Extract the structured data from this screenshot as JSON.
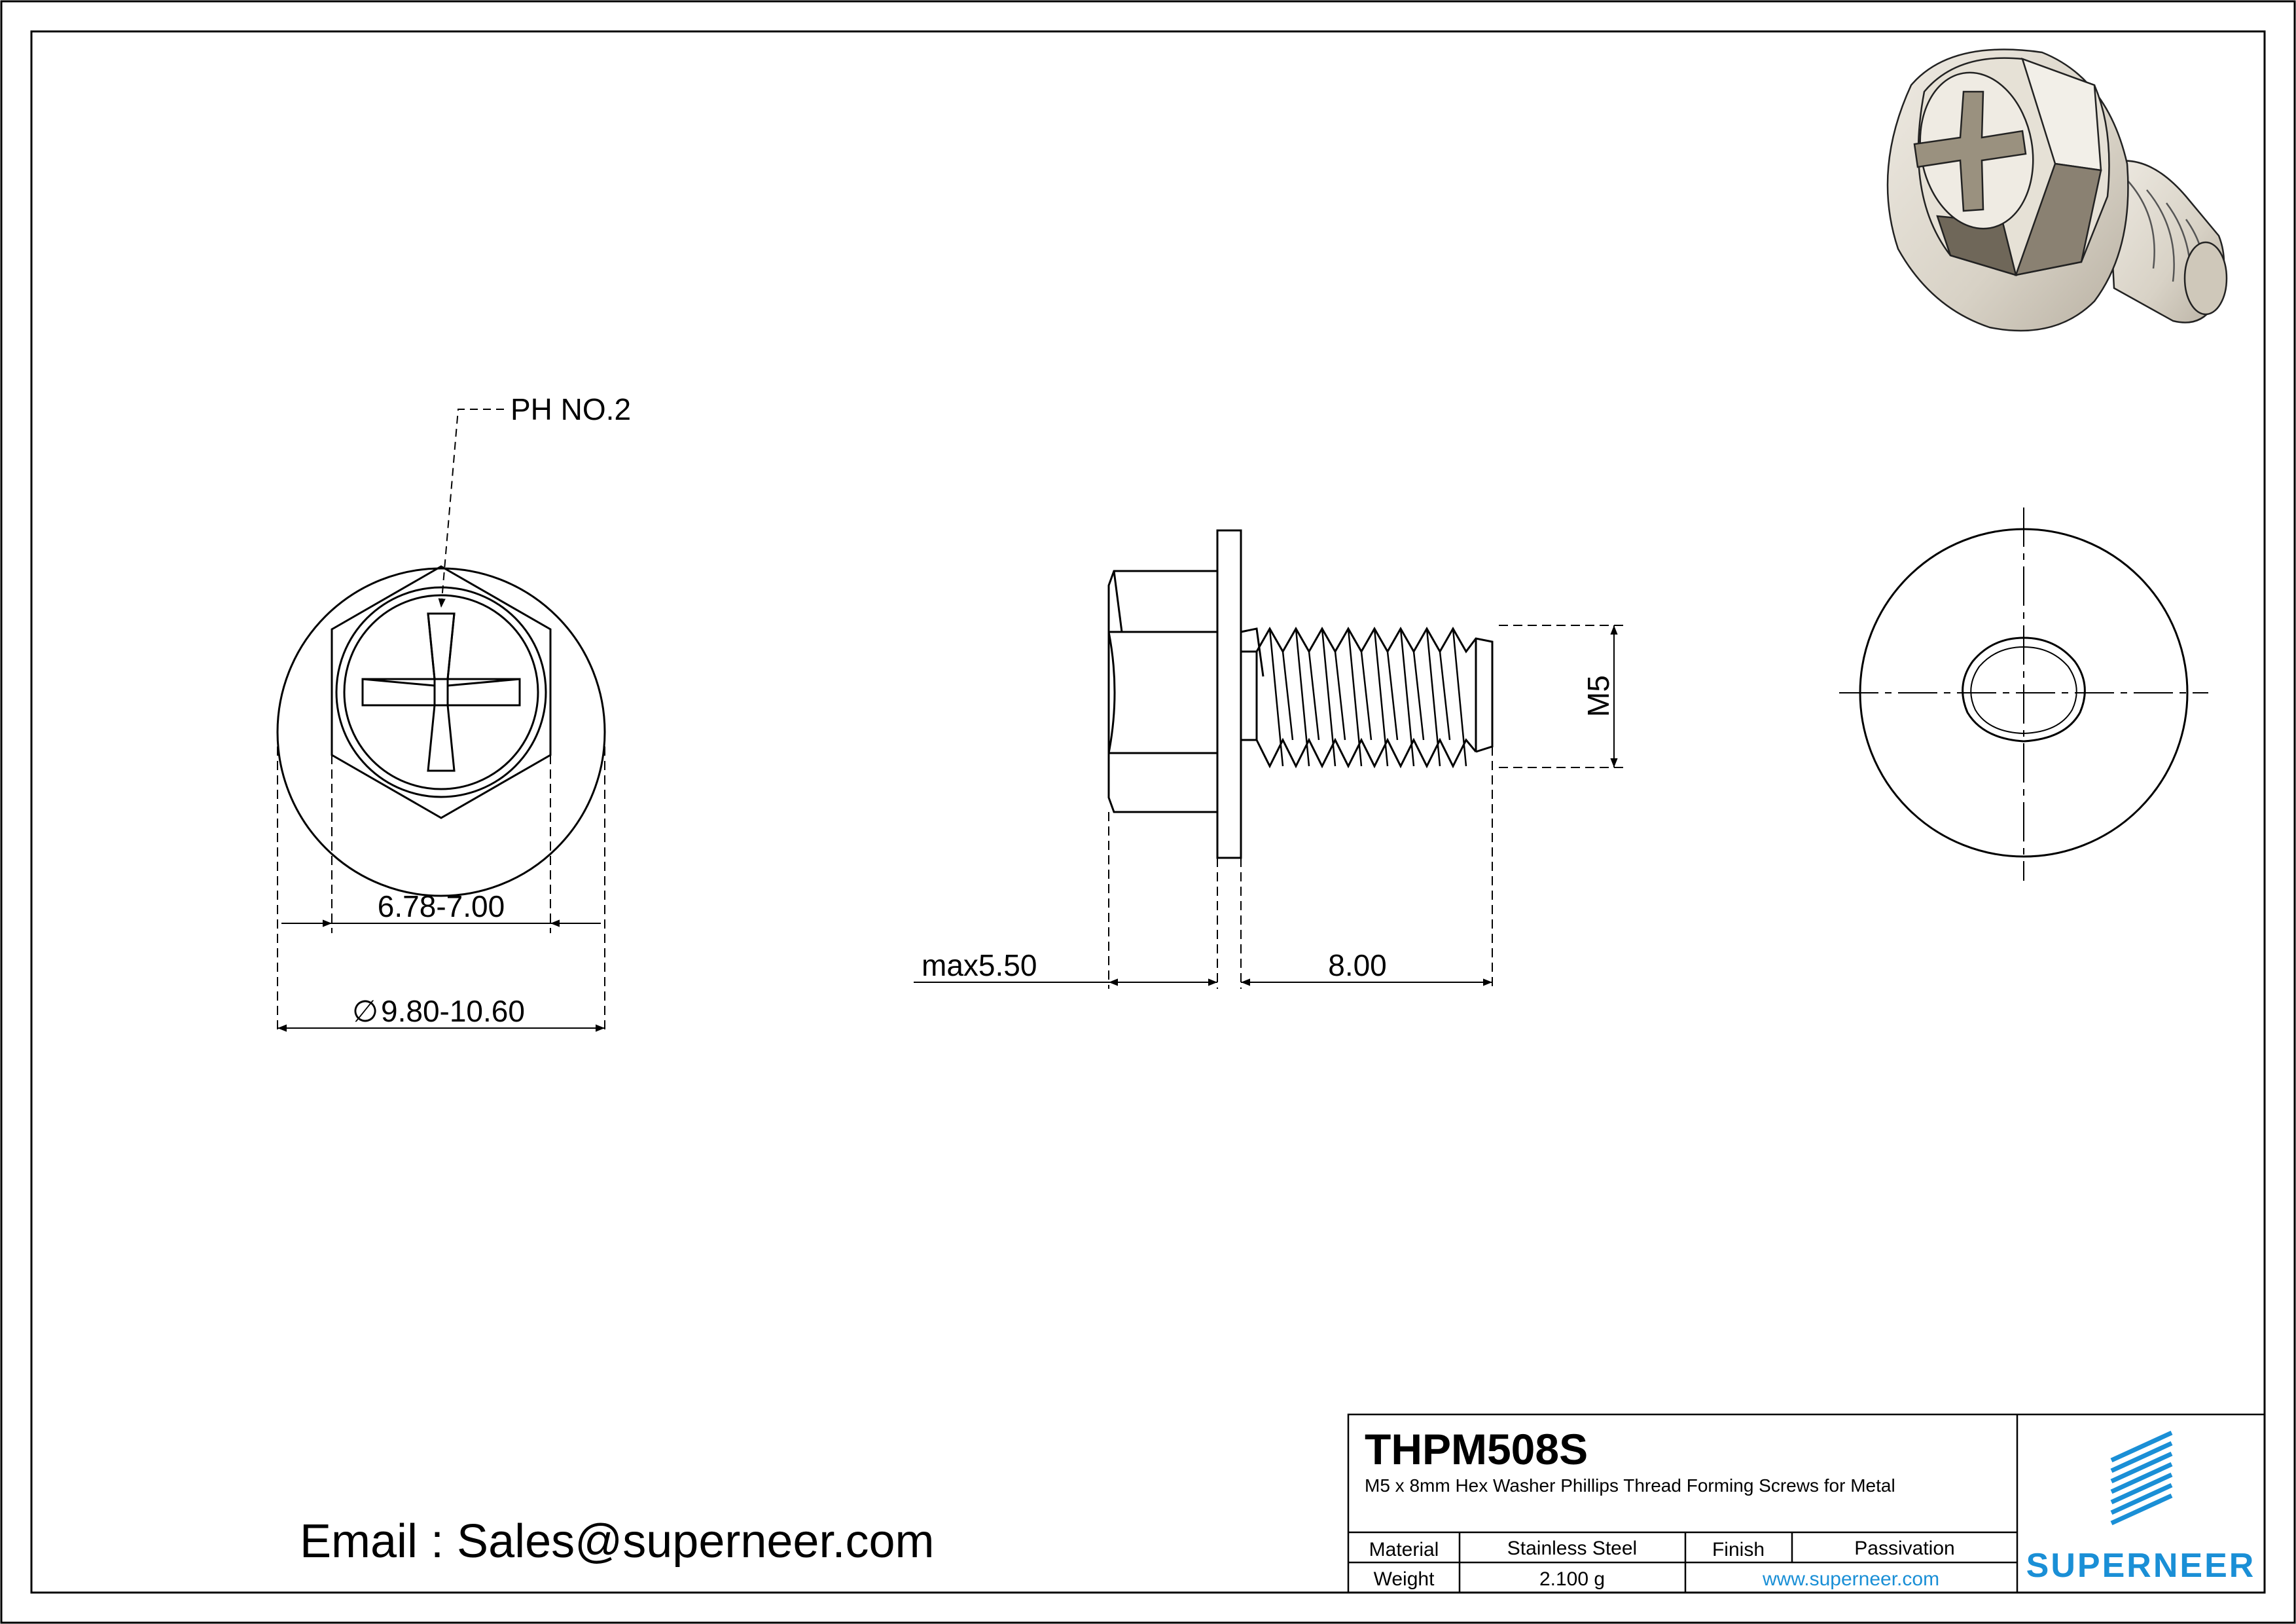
{
  "drawing": {
    "callout_ph": "PH NO.2",
    "dim_hex_across_flats": "6.78-7.00",
    "dim_diameter_symbol": "∅",
    "dim_flange_diameter": "9.80-10.60",
    "dim_head_height": "max5.50",
    "dim_length": "8.00",
    "dim_thread": "M5"
  },
  "email": {
    "text": "Email : Sales@superneer.com"
  },
  "title_block": {
    "part_number": "THPM508S",
    "description": "M5 x 8mm Hex Washer Phillips Thread Forming Screws for Metal",
    "material_label": "Material",
    "material_value": "Stainless Steel",
    "finish_label": "Finish",
    "finish_value": "Passivation",
    "weight_label": "Weight",
    "weight_value": "2.100 g",
    "website": "www.superneer.com",
    "logo_text": "SUPERNEER",
    "brand_color": "#1a8fd6"
  }
}
